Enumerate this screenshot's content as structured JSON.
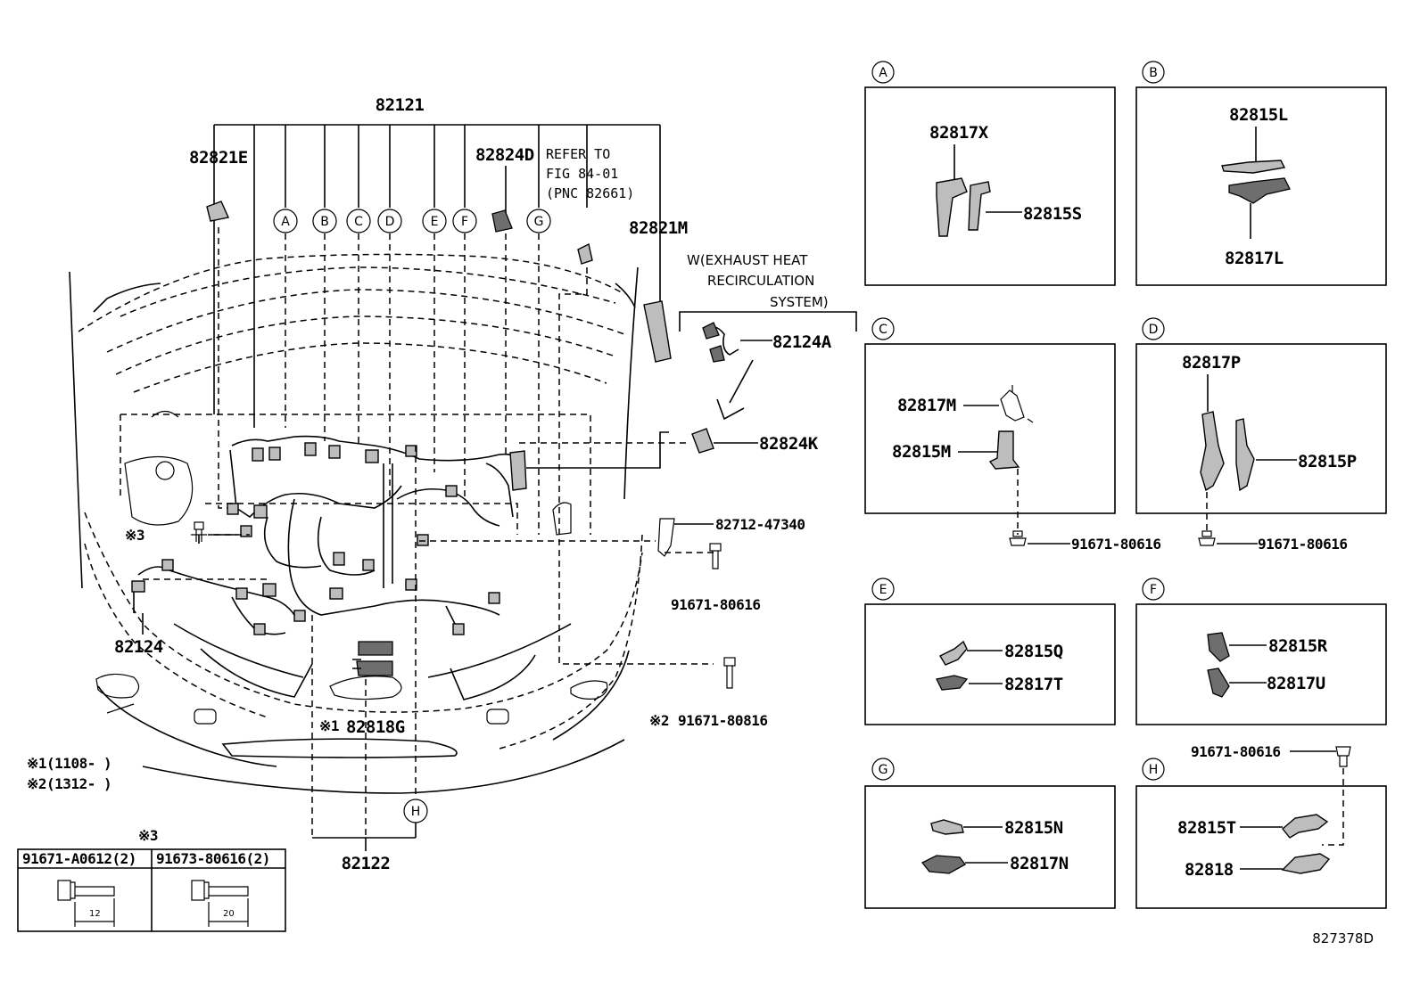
{
  "harness": {
    "main": "82121",
    "sub": "82122",
    "p82124": "82124",
    "p82821E": "82821E",
    "p82824D": "82824D",
    "p82821M": "82821M",
    "p82124A": "82124A",
    "p82824K": "82824K",
    "p82712": "82712-47340",
    "bolt_a": "91671-80616",
    "bolt_b": "91671-80816",
    "p82818G": "82818G",
    "refer_line1": "REFER TO",
    "refer_line2": "FIG 84-01",
    "refer_line3": "(PNC 82661)",
    "w_line1": "W(EXHAUST HEAT",
    "w_line2": "RECIRCULATION",
    "w_line3": "SYSTEM)",
    "mark1": "※1",
    "mark2": "※2",
    "mark3": "※3"
  },
  "notes": {
    "n1": "※1(1108-     )",
    "n2": "※2(1312-     )"
  },
  "table": {
    "title": "※3",
    "col1": "91671-A0612(2)",
    "col2": "91673-80616(2)",
    "dim1": "12",
    "dim2": "20"
  },
  "callouts": [
    "A",
    "B",
    "C",
    "D",
    "E",
    "F",
    "G",
    "H"
  ],
  "details": {
    "A": {
      "label": "A",
      "parts": [
        "82817X",
        "82815S"
      ]
    },
    "B": {
      "label": "B",
      "parts": [
        "82815L",
        "82817L"
      ]
    },
    "C": {
      "label": "C",
      "parts": [
        "82817M",
        "82815M"
      ],
      "bolt": "91671-80616"
    },
    "D": {
      "label": "D",
      "parts": [
        "82817P",
        "82815P"
      ],
      "bolt": "91671-80616"
    },
    "E": {
      "label": "E",
      "parts": [
        "82815Q",
        "82817T"
      ]
    },
    "F": {
      "label": "F",
      "parts": [
        "82815R",
        "82817U"
      ]
    },
    "G": {
      "label": "G",
      "parts": [
        "82815N",
        "82817N"
      ]
    },
    "H": {
      "label": "H",
      "parts": [
        "82815T",
        "82818"
      ],
      "bolt": "91671-80616"
    }
  },
  "figure_id": "827378D"
}
